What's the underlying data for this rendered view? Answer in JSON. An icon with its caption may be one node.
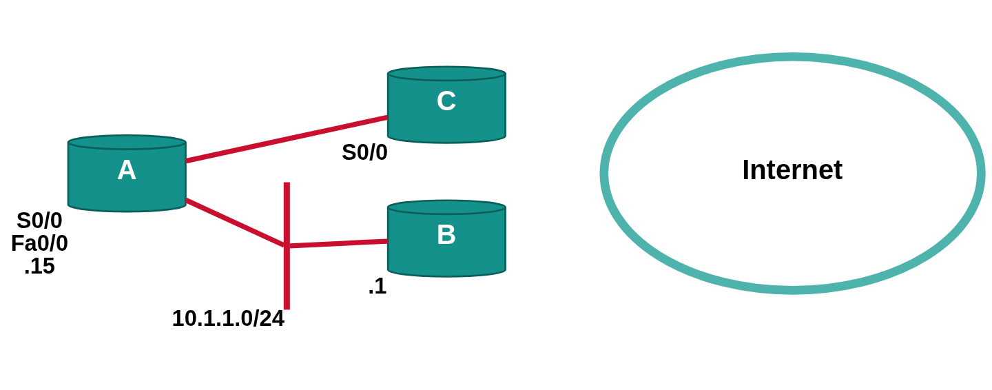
{
  "diagram": {
    "nodes": [
      {
        "text": [
          "C"
        ],
        "beside": [
          "S0/0"
        ]
      },
      {
        "text": [
          "Internet"
        ]
      },
      {
        "text": [
          "A"
        ],
        "beside": [
          "S0/0",
          "Fa0/0",
          ".15"
        ]
      },
      {
        "text": [],
        "shape": "bar",
        "beside": [
          "10.1.1.0/24"
        ]
      },
      {
        "text": [
          "B"
        ],
        "beside": [
          ".1"
        ]
      }
    ],
    "edges": [
      {
        "from": 2,
        "to": 0,
        "arrow": "none"
      },
      {
        "from": 2,
        "to": 3,
        "arrow": "none"
      },
      {
        "from": 3,
        "to": 4,
        "arrow": "none"
      }
    ]
  }
}
